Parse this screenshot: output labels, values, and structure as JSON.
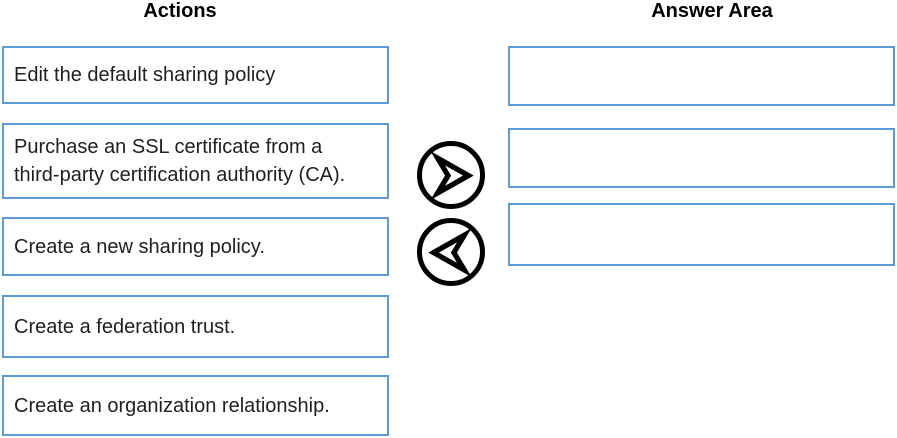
{
  "headers": {
    "actions": "Actions",
    "answer_area": "Answer Area"
  },
  "actions": [
    {
      "label": "Edit the default sharing policy"
    },
    {
      "label": "Purchase an SSL certificate from a third-party certification authority (CA)."
    },
    {
      "label": "Create a new sharing policy."
    },
    {
      "label": "Create a federation trust."
    },
    {
      "label": "Create an organization relationship."
    }
  ],
  "answer_area": {
    "slots": [
      "",
      "",
      ""
    ]
  },
  "controls": {
    "move_right_icon": "circle-right-arrow",
    "move_left_icon": "circle-left-arrow"
  },
  "colors": {
    "box_border": "#5b9bd5",
    "text": "#1f1f1f",
    "arrow": "#000000",
    "header_text": "#000000",
    "bg": "#ffffff"
  }
}
